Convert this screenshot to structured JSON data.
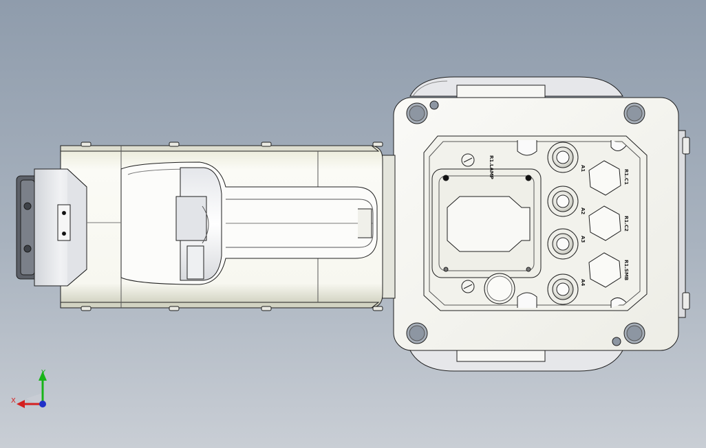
{
  "model_view": {
    "labels": {
      "lamp": "R1.LAMP",
      "c1": "R1.C1",
      "c2": "R1.C2",
      "signal": "R1.SMB",
      "a1": "A1",
      "a2": "A2",
      "a3": "A3",
      "a4": "A4"
    }
  },
  "triad": {
    "x": "X",
    "y": "Y"
  },
  "colors": {
    "body": "#f3f3ee",
    "outline": "#1e1e1e",
    "shade": "#c9cab8",
    "x_axis": "#d42020",
    "y_axis": "#18b418",
    "z_axis": "#2030c8"
  }
}
